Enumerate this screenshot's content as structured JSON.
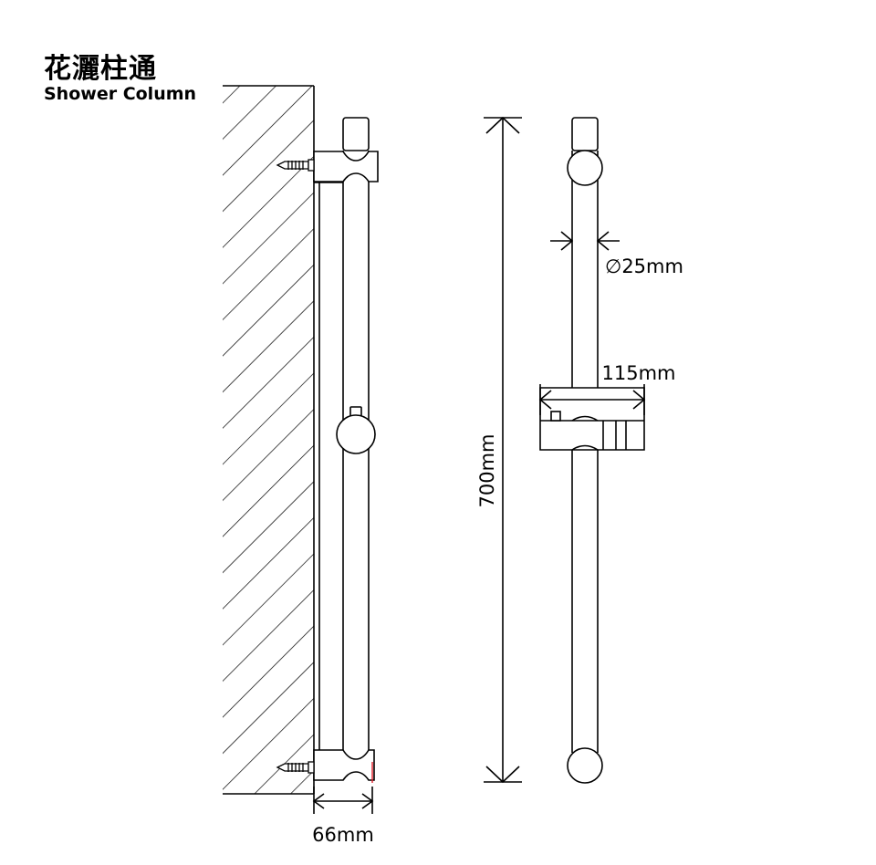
{
  "title": {
    "chinese": "花灑柱通",
    "english": "Shower Column"
  },
  "dimensions": {
    "diameter": "∅25mm",
    "bracket_width": "115mm",
    "length": "700mm",
    "wall_offset": "66mm"
  },
  "colors": {
    "line": "#000000",
    "accent": "#e0202a"
  }
}
